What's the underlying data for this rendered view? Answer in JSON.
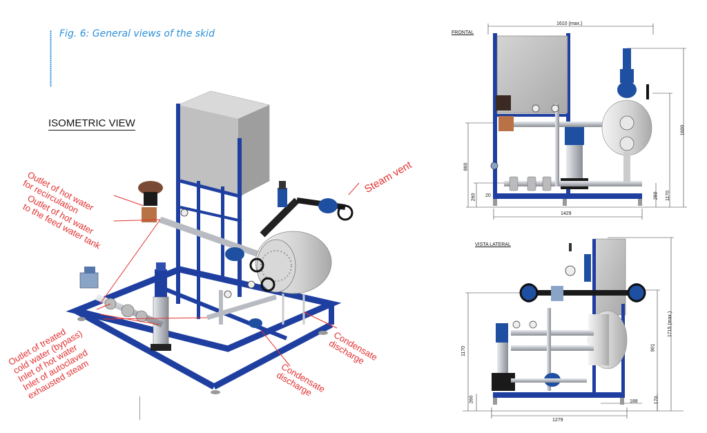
{
  "figure": {
    "caption": "Fig. 6: General views of the skid"
  },
  "isometric": {
    "title": "ISOMETRIC VIEW",
    "labels": {
      "outlet_recirc": [
        "Outlet of hot water",
        "for recirculation"
      ],
      "outlet_feed": [
        "Outlet of hot water",
        "to the feed water tank"
      ],
      "steam_vent": "Steam vent",
      "inlet_labels": [
        "Outlet of treated",
        "cold water (bypass)",
        "Inlet of hot water",
        "Inlet of autoclaved",
        "exhausted steam"
      ],
      "condensate_1": [
        "Condensate",
        "discharge"
      ],
      "condensate_2": [
        "Condensate",
        "discharge"
      ]
    }
  },
  "frontal": {
    "title": "FRONTAL",
    "dims": {
      "width_top": "1610 (max.)",
      "width_bottom": "1429",
      "height_total": "1600",
      "height_left": "860",
      "height_right": "1170",
      "base_left": "260",
      "base_right": "260",
      "small": "20"
    }
  },
  "lateral": {
    "title": "VISTA LATERAL",
    "dims": {
      "height_total": "1715 (max.)",
      "height_mid": "901",
      "height_left": "1170",
      "base_left": "260",
      "base_right": "170",
      "offset": "188",
      "width_bottom": "1279"
    }
  },
  "colors": {
    "frame": "#1f3fa0",
    "label_red": "#e23030",
    "caption_blue": "#2a8fd8",
    "panel_grey": "#c8c8c8",
    "pipe": "#b8bcc2"
  }
}
